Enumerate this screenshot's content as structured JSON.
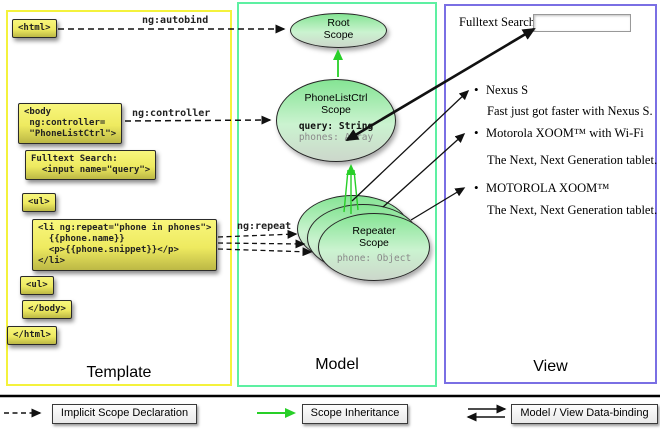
{
  "template_column": {
    "label": "Template",
    "boxes": [
      {
        "name": "html-open",
        "text": "<html>"
      },
      {
        "name": "body-open",
        "text": "<body\n ng:controller=\n \"PhoneListCtrl\">"
      },
      {
        "name": "fulltext-markup",
        "text": "Fulltext Search:\n  <input name=\"query\">"
      },
      {
        "name": "ul-open",
        "text": "<ul>"
      },
      {
        "name": "li-repeat",
        "text": "<li ng:repeat=\"phone in phones\">\n  {{phone.name}}\n  <p>{{phone.snippet}}</p>\n</li>"
      },
      {
        "name": "ul-second",
        "text": "<ul>"
      },
      {
        "name": "body-close",
        "text": "</body>"
      },
      {
        "name": "html-close",
        "text": "</html>"
      }
    ]
  },
  "arrow_labels": {
    "autobind": "ng:autobind",
    "controller": "ng:controller",
    "repeat": "ng:repeat"
  },
  "model_column": {
    "label": "Model",
    "root_scope": {
      "title": "Root\nScope"
    },
    "phonelist_scope": {
      "title": "PhoneListCtrl\nScope",
      "prop_query": "query: String",
      "prop_phones": "phones: Array"
    },
    "repeater_scope": {
      "title": "Repeater\nScope",
      "prop_phone": "phone: Object"
    }
  },
  "view_column": {
    "label": "View",
    "search_label": "Fulltext Search:",
    "search_value": "",
    "items": [
      {
        "name": "Nexus S",
        "desc": "Fast just got faster with Nexus S."
      },
      {
        "name": "Motorola XOOM™ with Wi-Fi",
        "desc": "The Next, Next Generation tablet."
      },
      {
        "name": "MOTOROLA XOOM™",
        "desc": "The Next, Next Generation tablet."
      }
    ]
  },
  "legend": {
    "implicit": "Implicit Scope Declaration",
    "inheritance": "Scope Inheritance",
    "binding": "Model / View Data-binding"
  },
  "colors": {
    "template_border": "#f4f23c",
    "model_border": "#5df0a2",
    "view_border": "#7a6fe4",
    "code_box_top": "#f8f67c",
    "code_box_bottom": "#bcb845",
    "scope_fill_top": "#85e494",
    "scope_fill_bottom": "#ccd7cb",
    "green_arrow": "#28cf28",
    "black_arrow": "#111111"
  }
}
